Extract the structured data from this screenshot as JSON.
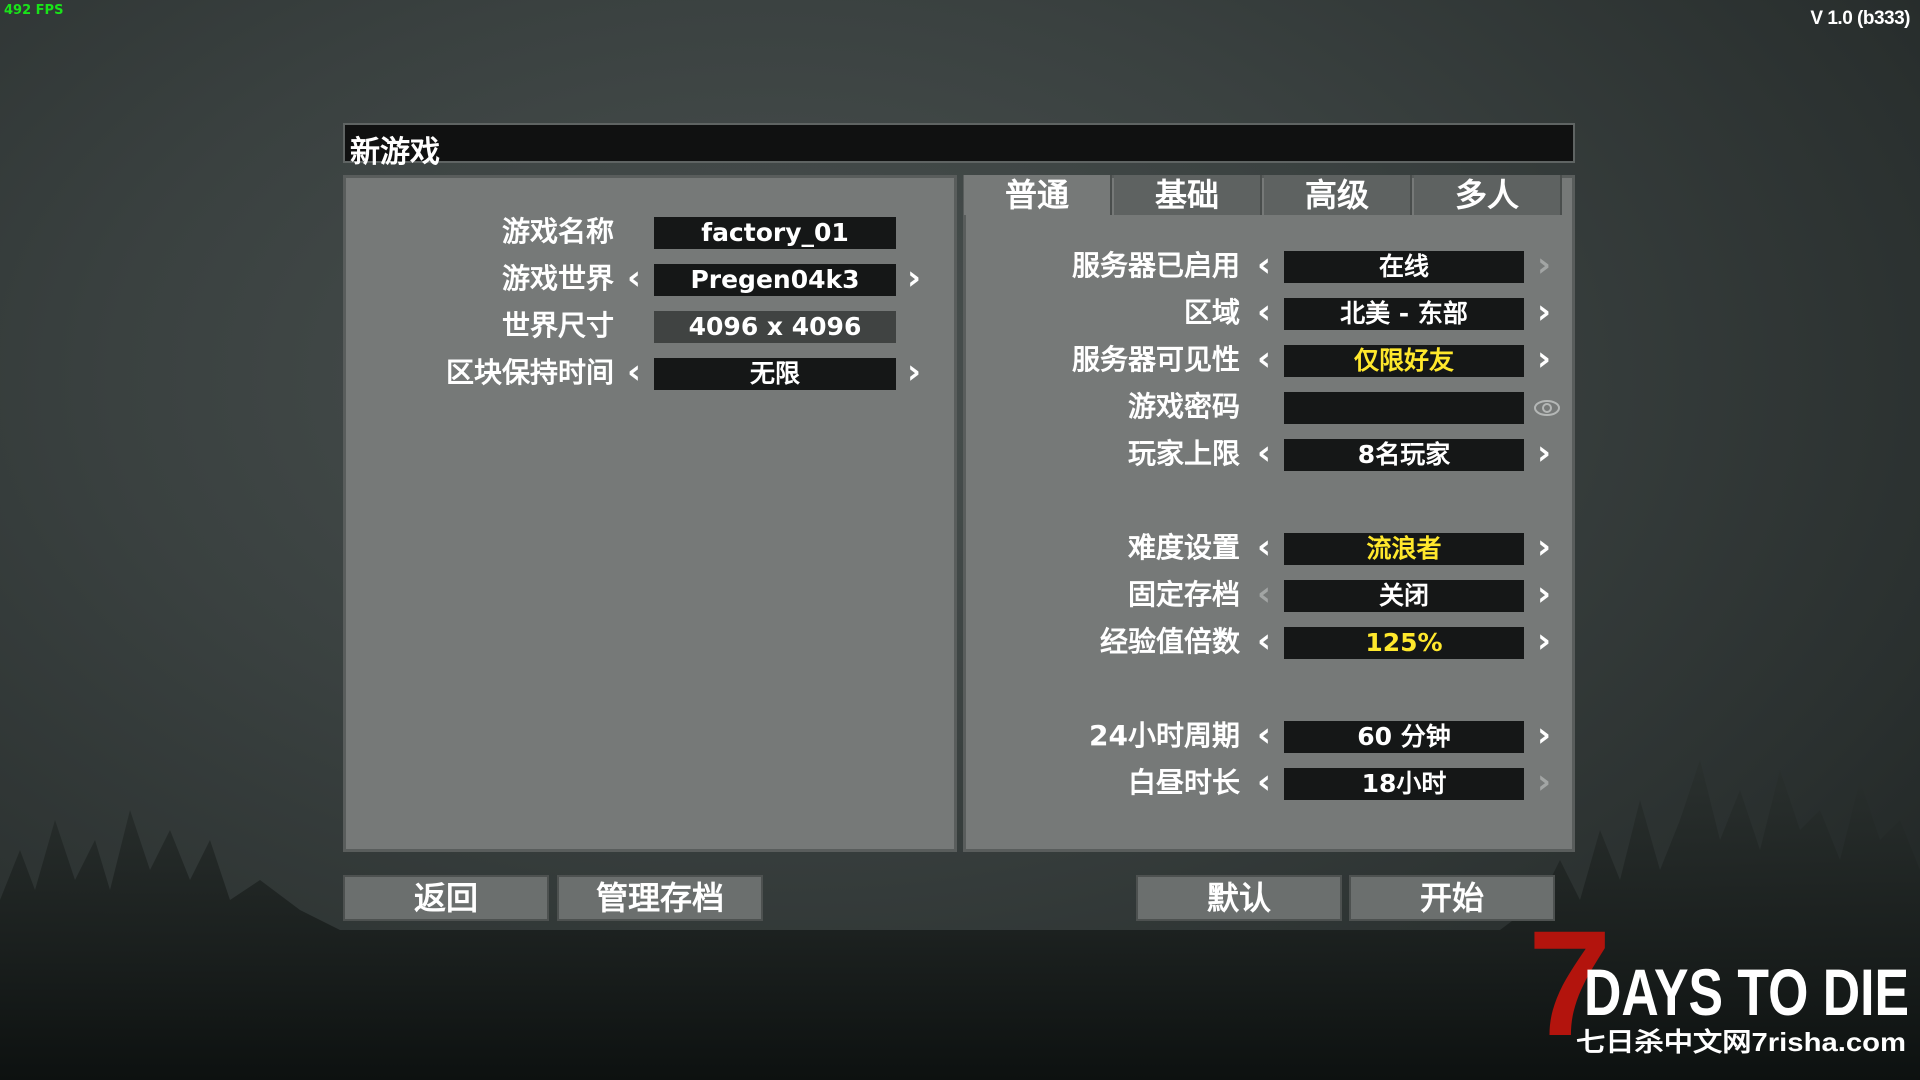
{
  "hud": {
    "fps": "492 FPS",
    "version": "V 1.0 (b333)"
  },
  "window": {
    "title": "新游戏"
  },
  "left_panel": {
    "rows": [
      {
        "label": "游戏名称",
        "value": "factory_01"
      },
      {
        "label": "游戏世界",
        "value": "Pregen04k3"
      },
      {
        "label": "世界尺寸",
        "value": "4096 x 4096"
      },
      {
        "label": "区块保持时间",
        "value": "无限"
      }
    ]
  },
  "tabs": [
    {
      "label": "普通",
      "active": true
    },
    {
      "label": "基础",
      "active": false
    },
    {
      "label": "高级",
      "active": false
    },
    {
      "label": "多人",
      "active": false
    }
  ],
  "right_panel": {
    "rows": [
      {
        "label": "服务器已启用",
        "value": "在线"
      },
      {
        "label": "区域",
        "value": "北美 - 东部"
      },
      {
        "label": "服务器可见性",
        "value": "仅限好友"
      },
      {
        "label": "游戏密码",
        "value": ""
      },
      {
        "label": "玩家上限",
        "value": "8名玩家"
      },
      {
        "label": "难度设置",
        "value": "流浪者"
      },
      {
        "label": "固定存档",
        "value": "关闭"
      },
      {
        "label": "经验值倍数",
        "value": "125%"
      },
      {
        "label": "24小时周期",
        "value": "60 分钟"
      },
      {
        "label": "白昼时长",
        "value": "18小时"
      }
    ]
  },
  "buttons": {
    "back": "返回",
    "manage_saves": "管理存档",
    "default": "默认",
    "start": "开始"
  },
  "logo": {
    "number": "7",
    "title": "DAYS TO DIE",
    "subtitle": "七日杀中文网7risha.com"
  },
  "colors": {
    "highlight": "#ffe82c",
    "panel": "#767978",
    "value_bg": "#151717",
    "fps": "#19e419"
  },
  "icons": {
    "prev": "chevron-left-icon",
    "next": "chevron-right-icon",
    "password_reveal": "eye-icon"
  }
}
